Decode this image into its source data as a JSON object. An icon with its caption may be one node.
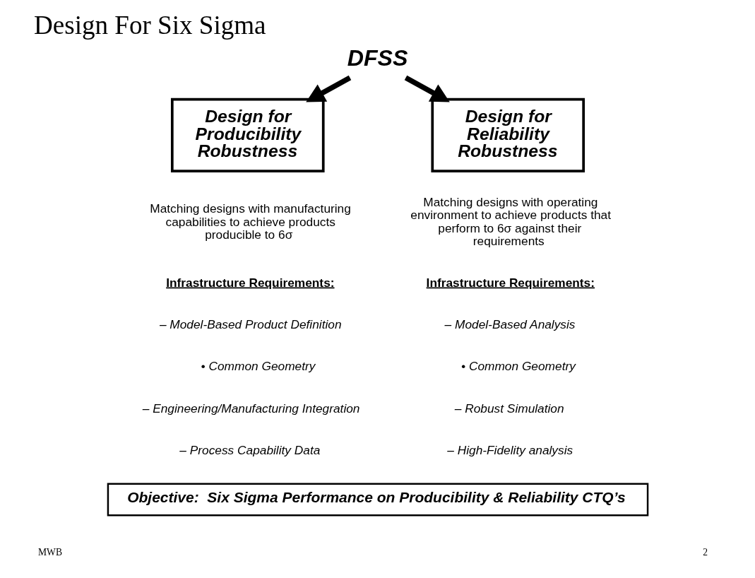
{
  "diagram": {
    "title": "Design For Six Sigma",
    "nodes": [
      {
        "text": [
          "DFSS"
        ]
      },
      {
        "text": [
          "Design for Producibility Robustness"
        ],
        "beside": [
          "Matching designs with manufacturing capabilities to achieve products producible to 6σ"
        ]
      },
      {
        "text": [
          "Design for Reliability Robustness"
        ],
        "beside": [
          "Matching designs with operating environment to achieve products that perform to 6σ against their requirements"
        ]
      },
      {
        "text": [
          "Objective:  Six Sigma Performance on Producibility & Reliability CTQ’s"
        ]
      }
    ],
    "edges": [
      {
        "from": 0,
        "to": 1,
        "arrow": "to"
      },
      {
        "from": 0,
        "to": 2,
        "arrow": "to"
      }
    ],
    "labels": [
      "Infrastructure Requirements:",
      "– Model-Based Product Definition",
      "• Common Geometry",
      "– Engineering/Manufacturing Integration",
      "– Process Capability Data",
      "Infrastructure Requirements:",
      "– Model-Based Analysis",
      "• Common Geometry",
      "– Robust Simulation",
      "– High-Fidelity analysis",
      "MWB",
      "2"
    ]
  }
}
